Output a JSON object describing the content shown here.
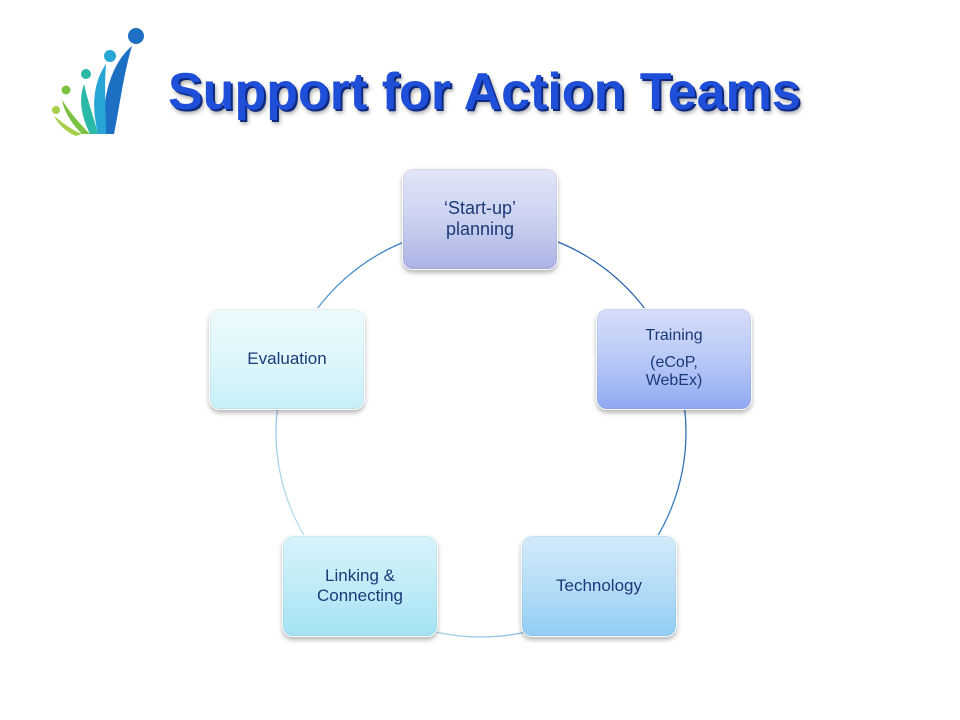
{
  "slide": {
    "title": "Support for Action Teams",
    "logo_icon": "people-swoosh-logo-icon"
  },
  "cycle": {
    "nodes": [
      {
        "id": "startup",
        "lines": [
          "‘Start-up’",
          "planning"
        ]
      },
      {
        "id": "training",
        "lines": [
          "Training",
          "(eCoP,",
          "WebEx)"
        ]
      },
      {
        "id": "technology",
        "lines": [
          "Technology"
        ]
      },
      {
        "id": "linking",
        "lines": [
          "Linking &",
          "Connecting"
        ]
      },
      {
        "id": "evaluation",
        "lines": [
          "Evaluation"
        ]
      }
    ]
  },
  "colors": {
    "title": "#1f4fd8",
    "node_text": "#1a3a78",
    "ring_dark": "#1f4f9e",
    "ring_light": "#dff3f7"
  }
}
